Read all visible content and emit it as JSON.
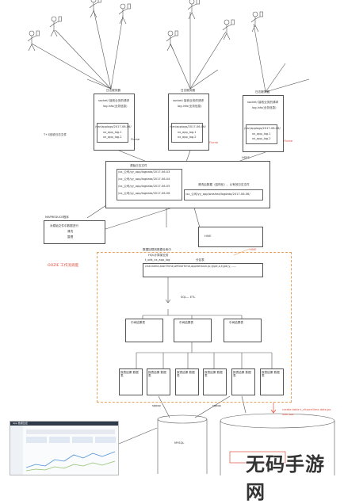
{
  "diagram": {
    "log_servers": [
      {
        "title": "日志服务器",
        "line1": "socket/ 接收业务的请求",
        "line2": "log.info(业务信息)",
        "path": "/var/applogs/2017-06-06/",
        "file1": "xx_app_log.1",
        "file2": "xx_app_log.2",
        "note": "Flume"
      },
      {
        "title": "日志服务器",
        "line1": "socket/ 接收业务的请求",
        "line2": "log.info(业务信息)",
        "path": "/var/applogs/2017-06-06/",
        "file1": "xx_app_log.1",
        "file2": "xx_app_log.2",
        "note": "Flume"
      },
      {
        "title": "日志服务器",
        "line1": "socket/ 接收业务的请求",
        "line2": "log.info(业务信息)",
        "path": "/var/applogs/2017-06-06/",
        "file1": "xx_app_log.1",
        "file2": "xx_app_log.2",
        "note": "Flume"
      }
    ],
    "side_note": "T+1回收日志文件",
    "hdfs_label": "HDFS",
    "hdfs_box": {
      "title": "源始日志文件",
      "files": [
        "/xx_公司/yy_app/logdata/2017-06-03",
        "/xx_公司/yy_app/logdata/2017-06-04",
        "/xx_公司/yy_app/logdata/2017-06-05",
        "/xx_公司/yy_app/logdata/2017-06-06"
      ],
      "washed_title": "清洗后数据（结构化），以有效日志文件",
      "washed_path": "/xx_公司/yy_app/washed/logdata/2017-06-06/"
    },
    "mr_label": "MAPREDUCE程序",
    "mr_box": {
      "line1": "对原始文件中数据进行",
      "line2": "清洗",
      "line3": "整理"
    },
    "hive_label": "HIVE",
    "hive_note": "数据加载到数据仓库中",
    "hive_box_label": "HIVE",
    "oozie_label": "OOZIE 工作流调度",
    "sql_note": "HQL计算某业务",
    "table_label": "t_ods_xx_app_log",
    "partition_label": "分区表",
    "fields_line": "channelid,startTime,offlineTime,appVersion,ip,type,x,type,y,......",
    "etl_label": "SQL— ETL",
    "mid_tables": [
      "中间结果表",
      "中间结果表",
      "中间结果表"
    ],
    "result_tables": [
      "报表结果 数据表",
      "报表结果 数据表",
      "报表结果 数据表",
      "报表结果 数据表",
      "报表结果 数据表",
      "报表结果 数据表"
    ],
    "sqoop_label_1": "sqoop",
    "sqoop_label_2": "sqoop",
    "mysql_label": "MYSQL",
    "create_note_1": "create table t_cfuser(time date,po",
    "create_note_2": "user,bar",
    "dashboard_title": "App 数据监控",
    "watermark": "无码手游网"
  },
  "colors": {
    "line": "#555555",
    "accent": "#e04b3a",
    "orange": "#e6a25a"
  }
}
